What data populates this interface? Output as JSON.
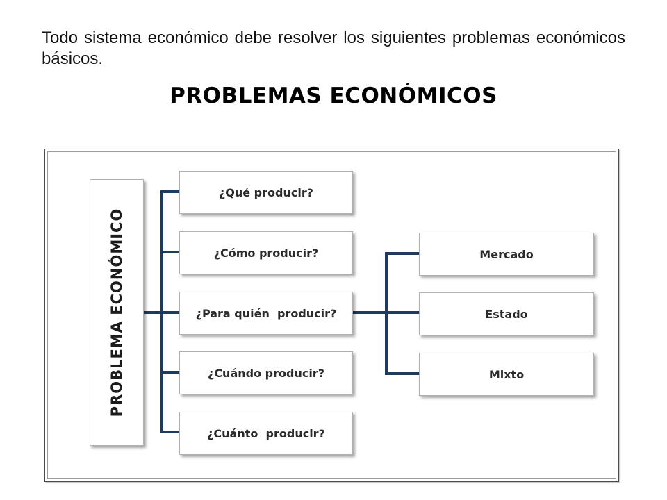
{
  "intro_text": "Todo sistema económico debe resolver los siguientes problemas económicos básicos.",
  "title": "PROBLEMAS ECONÓMICOS",
  "diagram": {
    "root": "PROBLEMA ECONÓMICO",
    "questions": [
      "¿Qué producir?",
      "¿Cómo producir?",
      "¿Para quién  producir?",
      "¿Cuándo producir?",
      "¿Cuánto  producir?"
    ],
    "systems": [
      "Mercado",
      "Estado",
      "Mixto"
    ],
    "line_color": "#1f3a5f"
  }
}
